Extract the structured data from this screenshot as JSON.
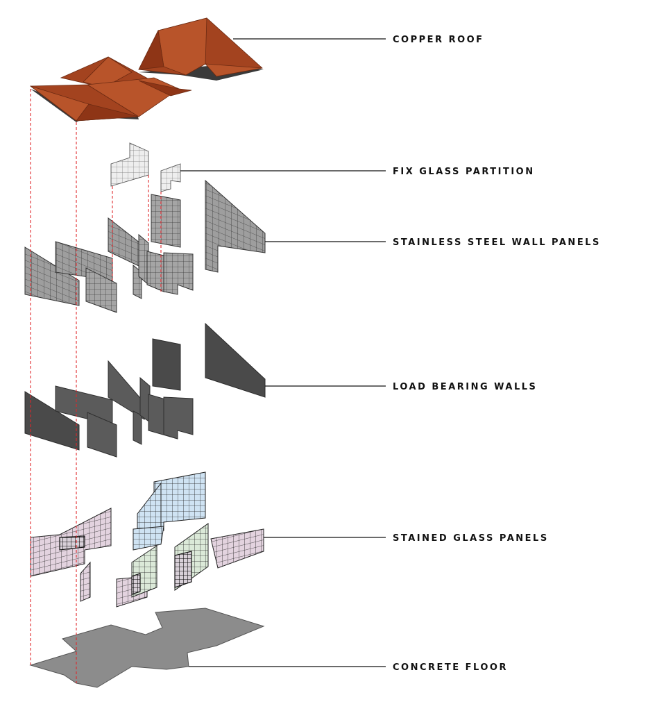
{
  "labels": {
    "copper_roof": "COPPER ROOF",
    "fix_glass_partition": "FIX GLASS PARTITION",
    "stainless_steel_wall_panels": "STAINLESS STEEL WALL PANELS",
    "load_bearing_walls": "LOAD BEARING WALLS",
    "stained_glass_panels": "STAINED GLASS PANELS",
    "concrete_floor": "CONCRETE FLOOR"
  },
  "colors": {
    "copper": "#a3431f",
    "steel": "#9a9a9a",
    "load_bearing_wall": "#5b5b5b",
    "stained_glass_pink": "#e3d3df",
    "stained_glass_blue": "#cfe3f3",
    "stained_glass_green": "#dbe9d8",
    "concrete": "#8c8c8c",
    "guide_line": "#e0262b"
  }
}
